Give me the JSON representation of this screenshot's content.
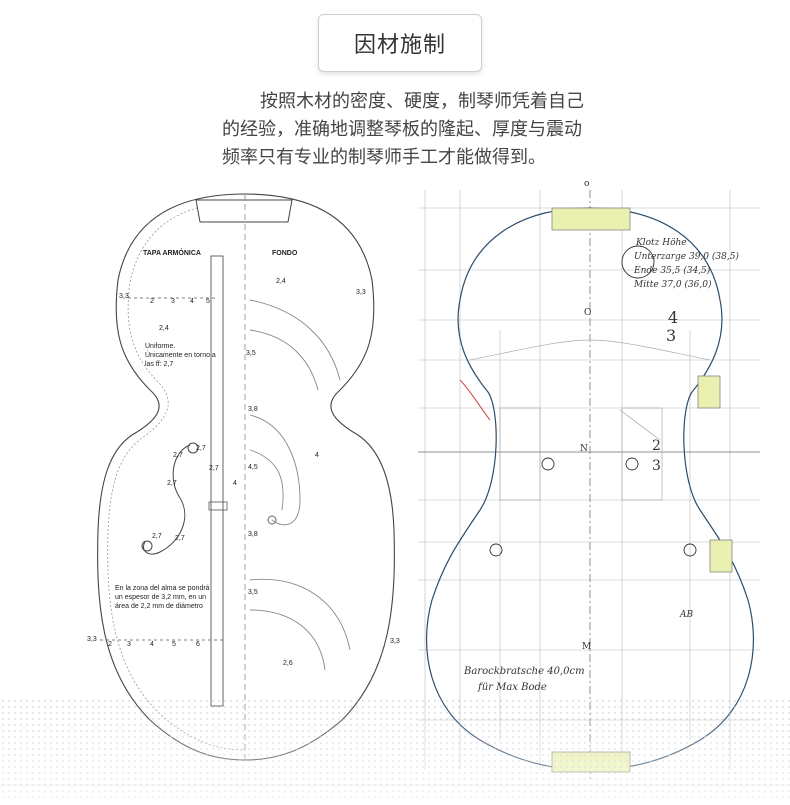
{
  "section": {
    "title": "因材施制",
    "paragraph_lines": [
      "按照木材的密度、硬度，制琴师凭着自己",
      "的经验，准确地调整琴板的隆起、厚度与震动",
      "频率只有专业的制琴师手工才能做得到。"
    ]
  },
  "left_plan": {
    "label_top": "TAPA ARMÓNICA",
    "label_back": "FONDO",
    "note_uniform": [
      "Uniforme.",
      "Únicamente en torno a",
      "las ff: 2,7"
    ],
    "note_soundpost": [
      "En la zona del alma se pondrá",
      "un espesor de 3,2 mm, en un",
      "área de 2,2 mm de diámetro"
    ],
    "values": {
      "v33a": "3,3",
      "v33b": "3,3",
      "v33c": "3,3",
      "v33d": "3,3",
      "v24a": "2,4",
      "v24b": "2,4",
      "v35a": "3,5",
      "v35b": "3,5",
      "v38a": "3,8",
      "v38b": "3,8",
      "v45": "4,5",
      "v4a": "4",
      "v4b": "4",
      "v26": "2,6",
      "v27a": "2,7",
      "v27b": "2,7",
      "v27c": "2,7",
      "v27d": "2,7",
      "v27e": "2,7",
      "v27f": "2,7"
    },
    "ruler_top": [
      "2",
      "3",
      "4",
      "5"
    ],
    "ruler_bottom": [
      "2",
      "3",
      "4",
      "5",
      "6"
    ]
  },
  "right_plan": {
    "handwriting": [
      "Klotz Höhe",
      "Unterzarge 39,0 (38,5)",
      "Ende 35,5 (34,5)",
      "Mitte 37,0 (36,0)"
    ],
    "bottom_note": [
      "Barockbratsche 40,0cm",
      "für Max Bode"
    ],
    "marks": {
      "o": "O",
      "n": "N",
      "m": "M",
      "fraction_top": "4",
      "fraction_bottom": "3",
      "fraction2_top": "2",
      "fraction2_bottom": "3",
      "ab": "AB"
    }
  }
}
